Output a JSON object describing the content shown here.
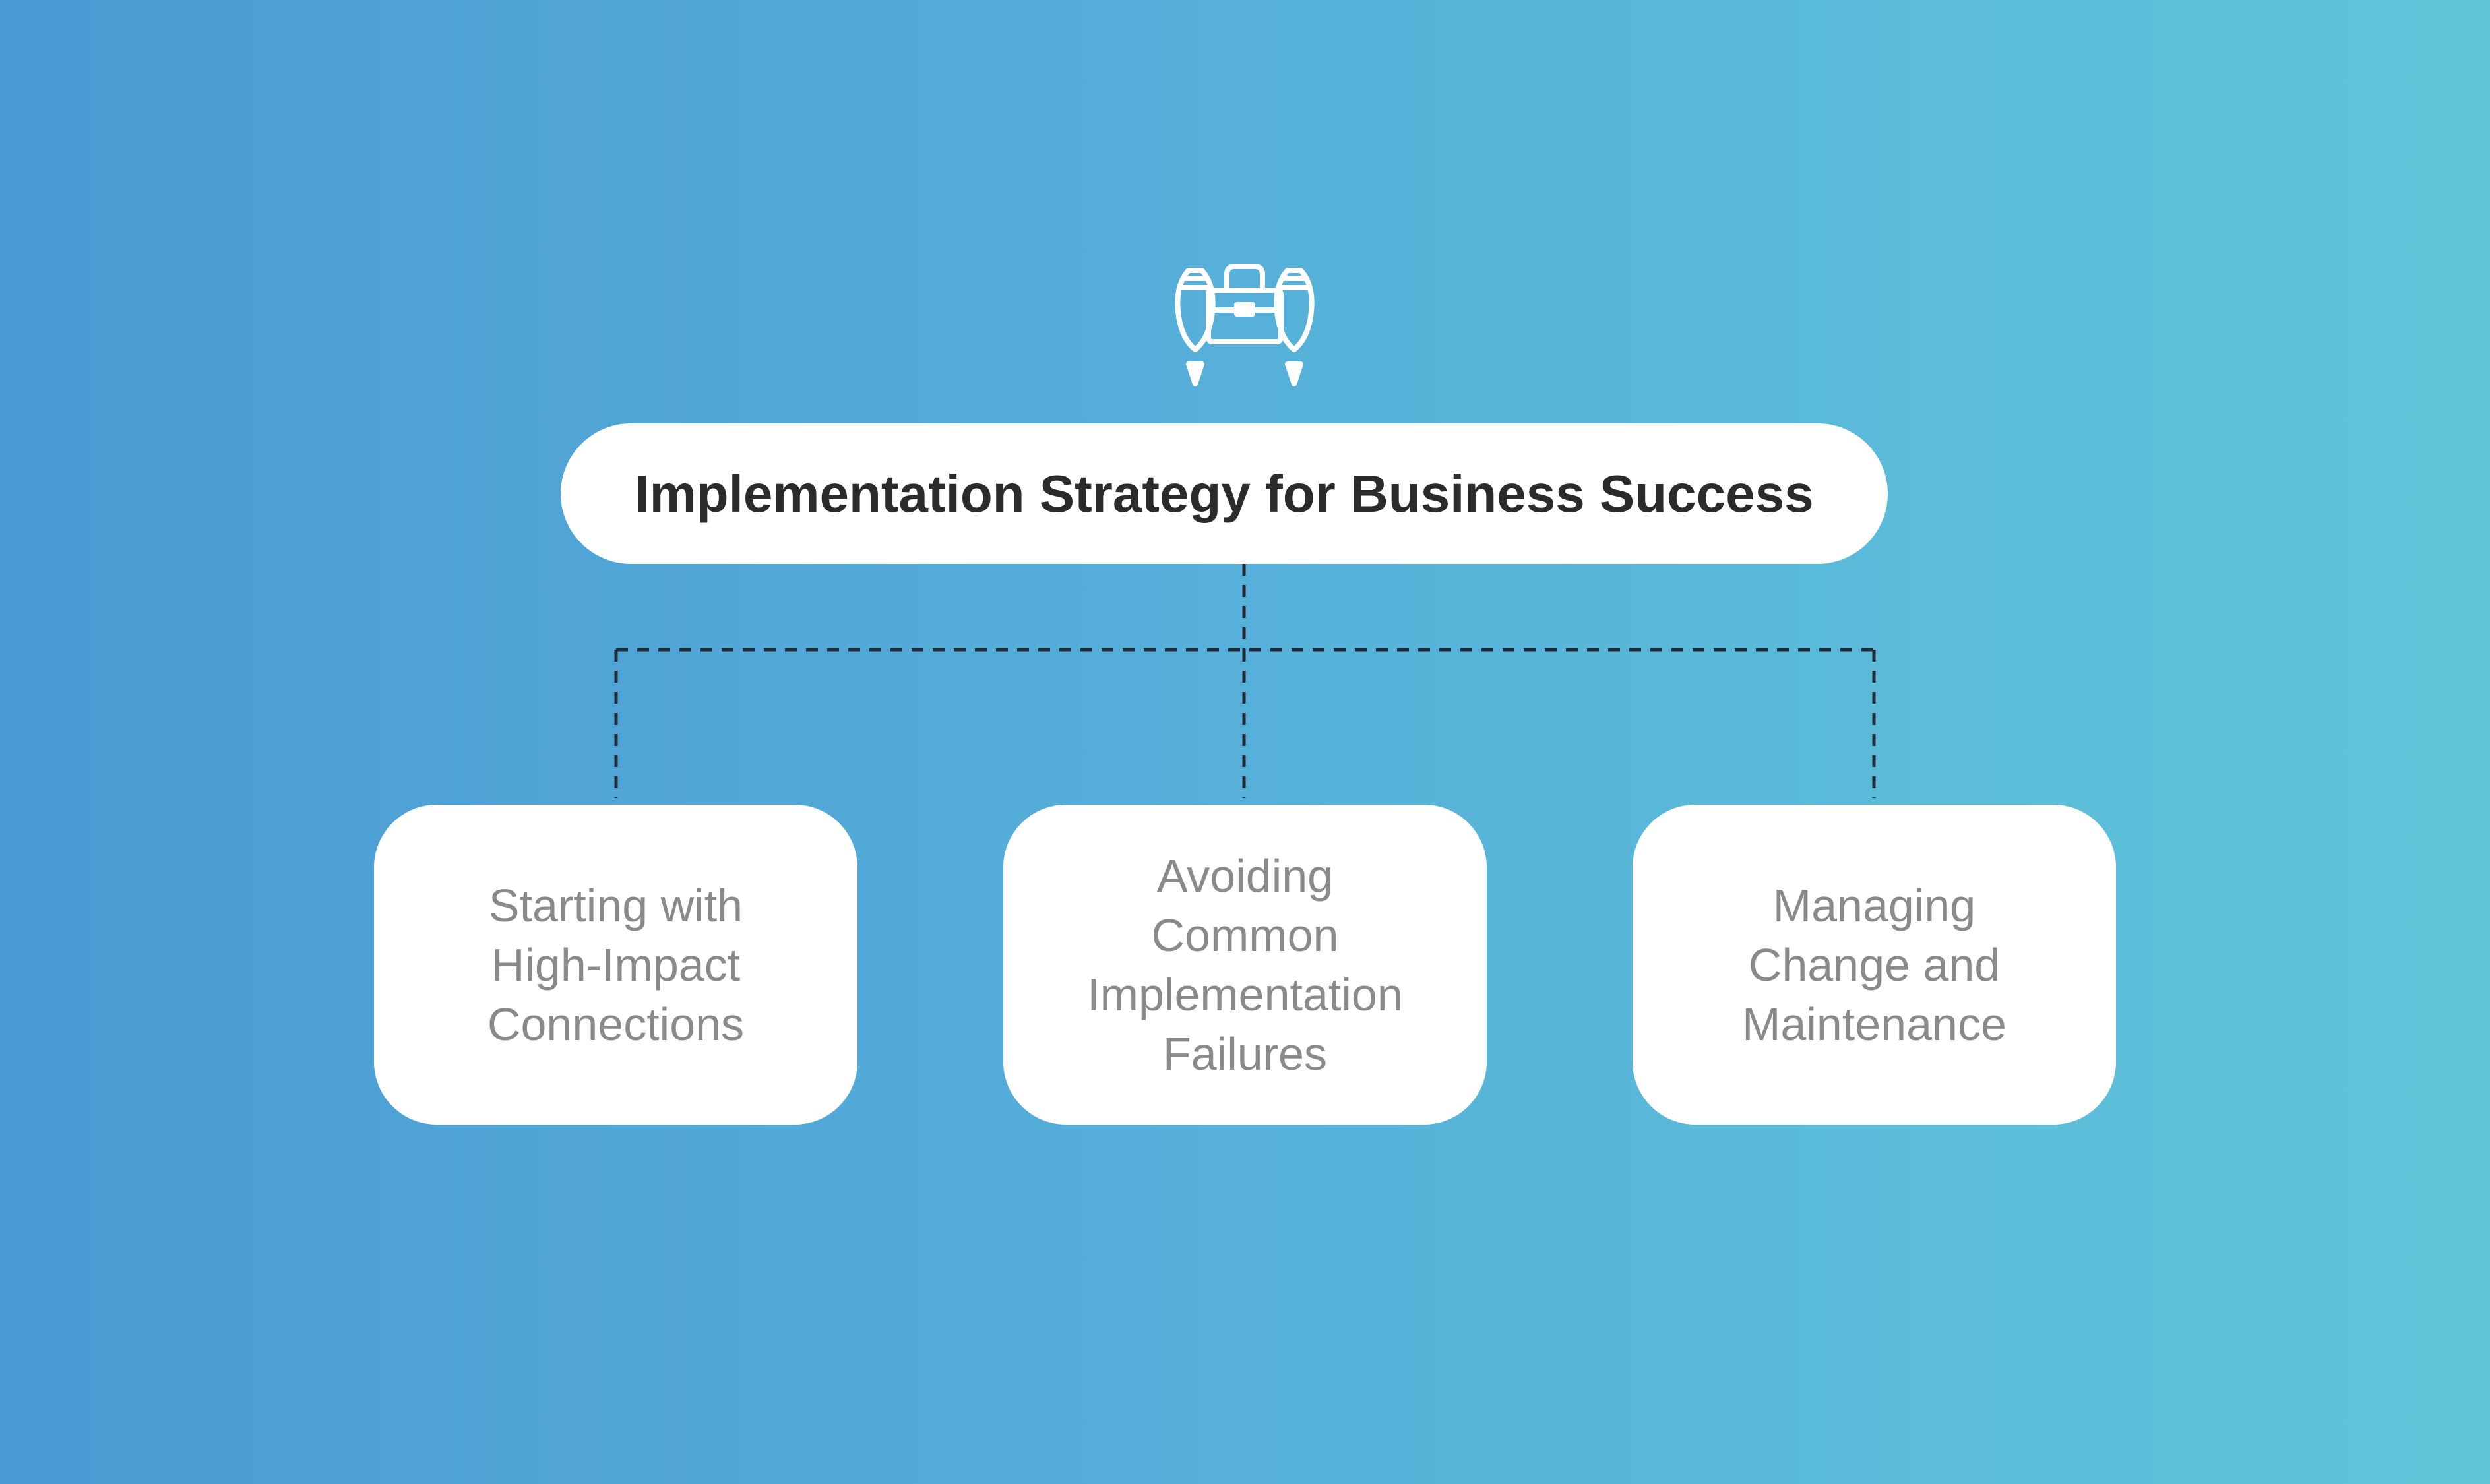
{
  "diagram": {
    "title": "Implementation Strategy for Business Success",
    "icon": "jetpack-briefcase-icon",
    "children": [
      {
        "label": "Starting with High-Impact Connections"
      },
      {
        "label": "Avoiding Common Implementation Failures"
      },
      {
        "label": "Managing Change and Maintenance"
      }
    ]
  },
  "colors": {
    "background_start": "#4a9bd4",
    "background_end": "#60c5d9",
    "box": "#ffffff",
    "title_text": "#2b2b2b",
    "card_text": "#8a8a8a",
    "connector": "#1f2a3a"
  }
}
